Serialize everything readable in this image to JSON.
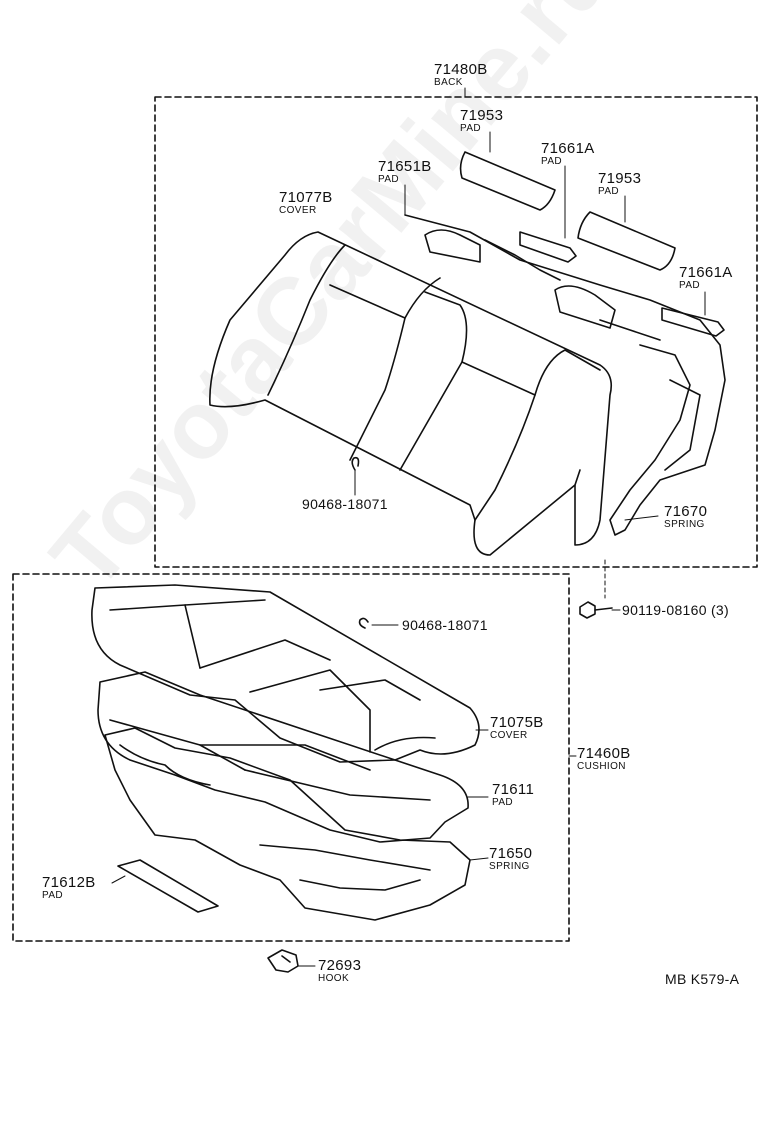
{
  "parts": {
    "back_assy": {
      "number": "71480B",
      "name": "BACK"
    },
    "pad_71953_a": {
      "number": "71953",
      "name": "PAD"
    },
    "pad_71661a_a": {
      "number": "71661A",
      "name": "PAD"
    },
    "pad_71651b": {
      "number": "71651B",
      "name": "PAD"
    },
    "pad_71953_b": {
      "number": "71953",
      "name": "PAD"
    },
    "cover_71077b": {
      "number": "71077B",
      "name": "COVER"
    },
    "pad_71661a_b": {
      "number": "71661A",
      "name": "PAD"
    },
    "clip_back": {
      "number": "90468-18071"
    },
    "spring_71670": {
      "number": "71670",
      "name": "SPRING"
    },
    "bolt": {
      "number": "90119-08160 (3)"
    },
    "clip_cushion": {
      "number": "90468-18071"
    },
    "cover_71075b": {
      "number": "71075B",
      "name": "COVER"
    },
    "cushion_assy": {
      "number": "71460B",
      "name": "CUSHION"
    },
    "pad_71611": {
      "number": "71611",
      "name": "PAD"
    },
    "spring_71650": {
      "number": "71650",
      "name": "SPRING"
    },
    "pad_71612b": {
      "number": "71612B",
      "name": "PAD"
    },
    "hook": {
      "number": "72693",
      "name": "HOOK"
    }
  },
  "diagram_code": "MB K579-A",
  "watermark": "ToyotaCarMine.ru"
}
